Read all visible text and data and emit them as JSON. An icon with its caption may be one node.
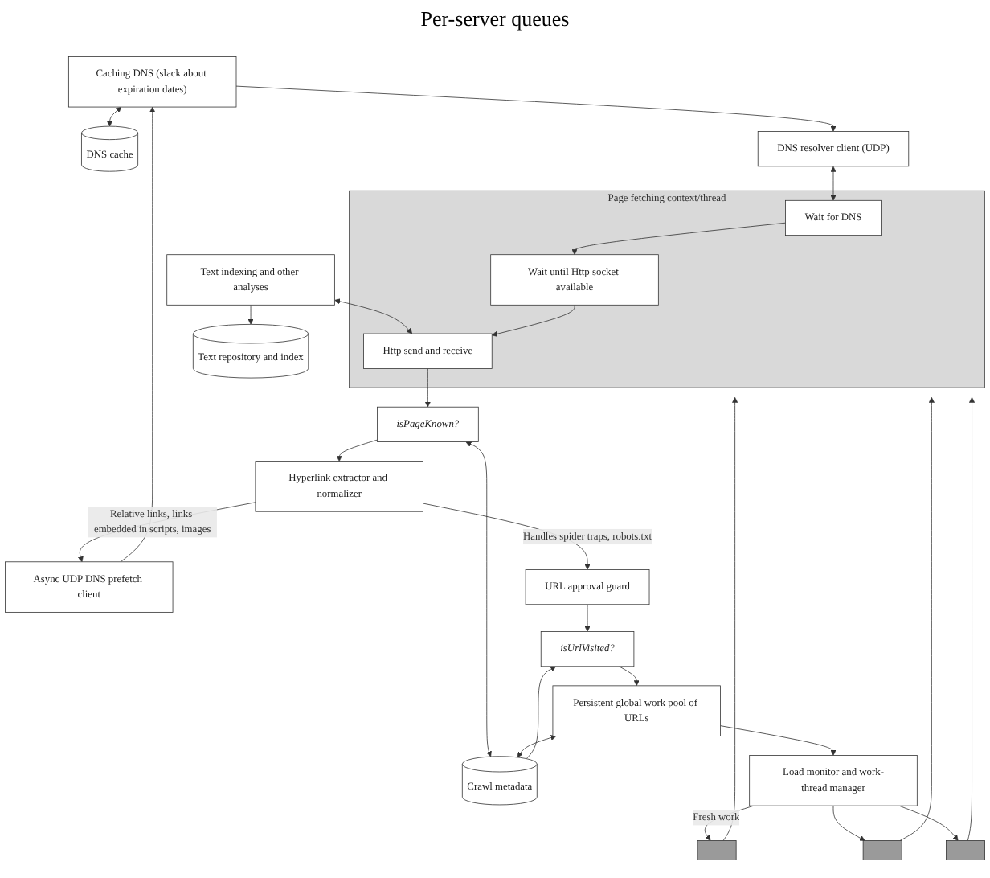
{
  "diagram": {
    "nodes": [
      {
        "text": [
          "Caching DNS (slack about expiration dates)"
        ]
      },
      {
        "text": [
          "DNS cache"
        ]
      },
      {
        "text": [
          "Async UDP DNS prefetch client"
        ]
      },
      {
        "text": [
          "DNS resolver client (UDP)"
        ]
      },
      {
        "text": [
          "Text indexing and other analyses"
        ]
      },
      {
        "text": [
          "Text repository and index"
        ]
      },
      {
        "text": [],
        "shape": "bar"
      },
      {
        "text": [],
        "shape": "bar"
      },
      {
        "text": [],
        "shape": "bar"
      },
      {
        "text": [
          "Page fetching context/thread"
        ]
      },
      {
        "text": [
          "Wait for DNS"
        ],
        "in": 9
      },
      {
        "text": [
          "Wait until Http socket available"
        ],
        "in": 9
      },
      {
        "text": [
          "Http send and receive"
        ],
        "in": 9
      },
      {
        "text": [
          "Hyperlink extractor and normalizer"
        ]
      },
      {
        "text": [
          "isPageKnown?"
        ]
      },
      {
        "text": [
          "Crawl metadata"
        ]
      },
      {
        "text": [
          "Load monitor and work-thread manager"
        ]
      },
      {
        "text": [
          "Persistent global work pool of URLs"
        ]
      },
      {
        "text": [
          "isUrlVisited?"
        ]
      },
      {
        "text": [
          "URL approval guard"
        ]
      }
    ],
    "edges": [
      {
        "from": 2,
        "to": 0,
        "arrow": "to"
      },
      {
        "from": 0,
        "to": 3,
        "arrow": "to"
      },
      {
        "from": 0,
        "to": 1,
        "arrow": "both"
      },
      {
        "from": 3,
        "to": 10,
        "arrow": "both"
      },
      {
        "from": 4,
        "to": 12,
        "arrow": "both"
      },
      {
        "from": 4,
        "to": 5,
        "arrow": "to"
      },
      {
        "from": 13,
        "to": 2,
        "arrow": "to",
        "label": "Relative links, links embedded in scripts, images"
      },
      {
        "from": 13,
        "to": 19,
        "arrow": "to",
        "label": "Handles spider traps, robots.txt"
      },
      {
        "from": 12,
        "to": 14,
        "arrow": "to"
      },
      {
        "from": 14,
        "to": 13,
        "arrow": "to"
      },
      {
        "from": 14,
        "to": 15,
        "arrow": "both"
      },
      {
        "from": 15,
        "to": 18,
        "arrow": "to"
      },
      {
        "from": 17,
        "to": 15,
        "arrow": "both"
      },
      {
        "from": 19,
        "to": 18,
        "arrow": "to"
      },
      {
        "from": 18,
        "to": 17,
        "arrow": "to"
      },
      {
        "from": 17,
        "to": 16,
        "arrow": "to"
      },
      {
        "from": 16,
        "to": 6,
        "arrow": "to",
        "label": "Fresh work"
      },
      {
        "from": 16,
        "to": 7,
        "arrow": "to"
      },
      {
        "from": 16,
        "to": 8,
        "arrow": "to"
      },
      {
        "from": 6,
        "to": 9,
        "arrow": "to"
      },
      {
        "from": 7,
        "to": 9,
        "arrow": "to"
      },
      {
        "from": 8,
        "to": 9,
        "arrow": "to"
      },
      {
        "from": 10,
        "to": 11,
        "arrow": "to"
      },
      {
        "from": 11,
        "to": 12,
        "arrow": "to"
      }
    ],
    "labels": [
      "Per-server queues"
    ]
  }
}
